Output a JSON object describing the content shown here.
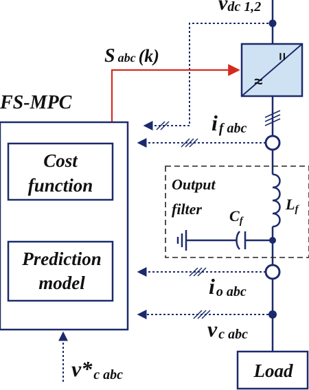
{
  "colors": {
    "navy": "#1b2a6b",
    "red": "#d62a1e",
    "converter_fill": "#cfe2f3",
    "ink": "#111111"
  },
  "labels": {
    "vdc_main": "v",
    "vdc_sub": "dc 1,2",
    "sabc_main": "S",
    "sabc_sub": "abc",
    "sabc_arg": "(k)",
    "controller_title": "FS-MPC",
    "cost_line1": "Cost",
    "cost_line2": "function",
    "pred_line1": "Prediction",
    "pred_line2": "model",
    "if_main": "i",
    "if_sub": "f abc",
    "filter_line1": "Output",
    "filter_line2": "filter",
    "cf_main": "C",
    "cf_sub": "f",
    "lf_main": "L",
    "lf_sub": "f",
    "io_main": "i",
    "io_sub": "o abc",
    "vc_main": "v",
    "vc_sub": "c abc",
    "vref_main": "v*",
    "vref_sub": "c abc",
    "load": "Load",
    "conv_top_symbol": "=",
    "conv_bottom_symbol": "≈"
  }
}
